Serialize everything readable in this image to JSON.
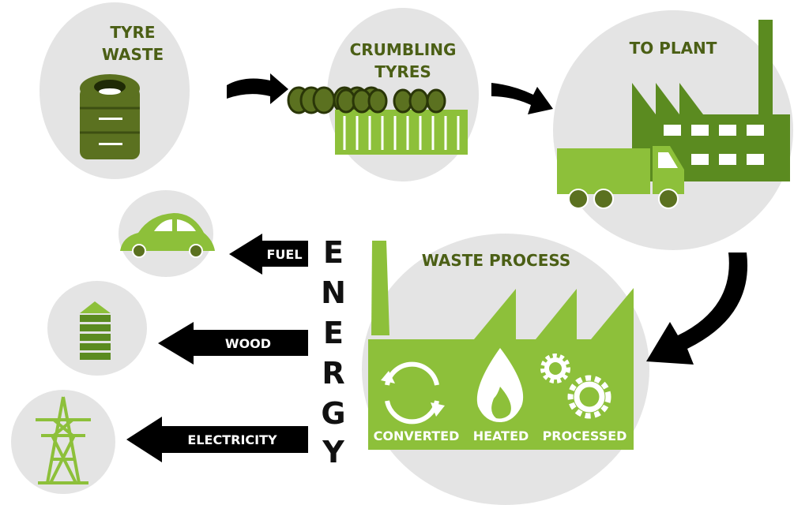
{
  "title_letters": [
    "E",
    "N",
    "E",
    "R",
    "G",
    "Y"
  ],
  "stages": {
    "tyre_waste": [
      "TYRE",
      "WASTE"
    ],
    "crumbling": [
      "CRUMBLING",
      "TYRES"
    ],
    "to_plant": "TO PLANT",
    "waste_process": "WASTE PROCESS"
  },
  "process_steps": [
    "CONVERTED",
    "HEATED",
    "PROCESSED"
  ],
  "outputs": [
    "FUEL",
    "WOOD",
    "ELECTRICITY"
  ],
  "colors": {
    "green": "#8dc03a",
    "dark_green": "#4b5f15",
    "tyre": "#5b7120",
    "circle": "#e4e4e4",
    "arrow": "#000000"
  }
}
